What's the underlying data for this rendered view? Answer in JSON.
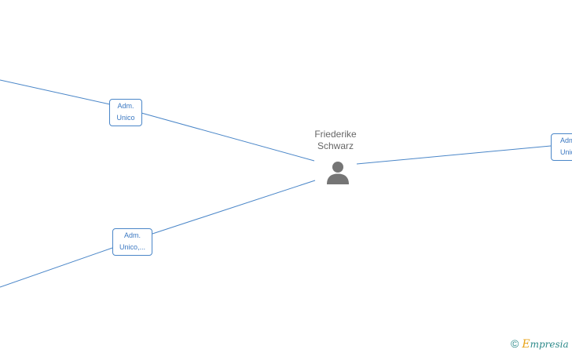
{
  "center": {
    "name_line1": "Friederike",
    "name_line2": "Schwarz",
    "icon": "person-icon"
  },
  "relations": [
    {
      "id": "top-left",
      "line1": "Adm.",
      "line2": "Unico"
    },
    {
      "id": "bottom-left",
      "line1": "Adm.",
      "line2": "Unico,..."
    },
    {
      "id": "right",
      "line1": "Adm.",
      "line2": "Unico"
    }
  ],
  "colors": {
    "edge": "#4a86c8",
    "label_text": "#3b78c2",
    "name_text": "#666666",
    "icon": "#757575"
  },
  "watermark": {
    "symbol": "©",
    "logo_initial": "E",
    "logo_rest": "mpresia"
  }
}
